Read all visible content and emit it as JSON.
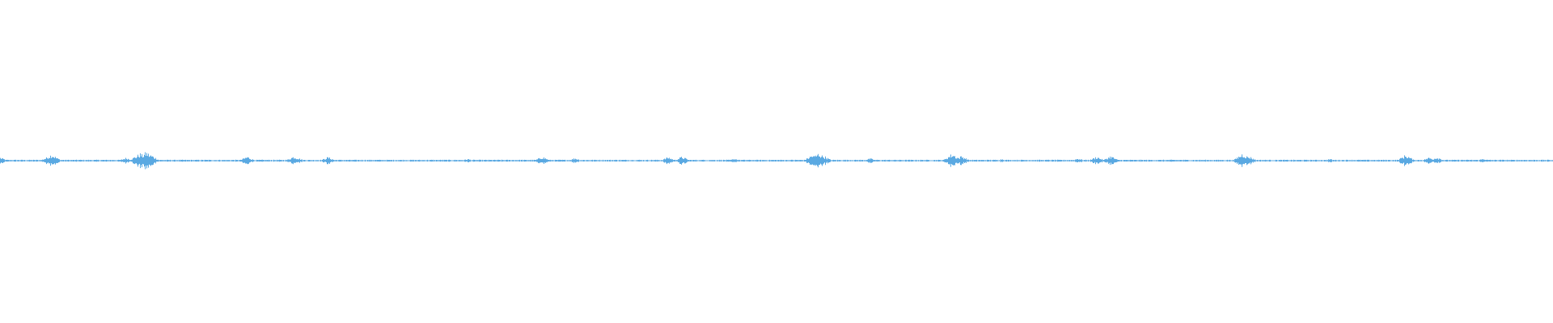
{
  "waveform": {
    "color": "#5aa9e2",
    "background": "#ffffff",
    "baseline_level": 0.0,
    "segments": [
      {
        "t": 0.0,
        "amp": 0.022
      },
      {
        "t": 0.03,
        "amp": 0.02
      },
      {
        "t": 0.031,
        "amp": 0.028
      },
      {
        "t": 0.033,
        "amp": 0.045
      },
      {
        "t": 0.035,
        "amp": 0.025
      },
      {
        "t": 0.081,
        "amp": 0.02
      },
      {
        "t": 0.088,
        "amp": 0.035
      },
      {
        "t": 0.09,
        "amp": 0.05
      },
      {
        "t": 0.094,
        "amp": 0.06
      },
      {
        "t": 0.097,
        "amp": 0.04
      },
      {
        "t": 0.159,
        "amp": 0.028
      },
      {
        "t": 0.189,
        "amp": 0.03
      },
      {
        "t": 0.191,
        "amp": 0.022
      },
      {
        "t": 0.211,
        "amp": 0.025
      },
      {
        "t": 0.301,
        "amp": 0.012
      },
      {
        "t": 0.349,
        "amp": 0.028
      },
      {
        "t": 0.37,
        "amp": 0.018
      },
      {
        "t": 0.43,
        "amp": 0.025
      },
      {
        "t": 0.439,
        "amp": 0.028
      },
      {
        "t": 0.473,
        "amp": 0.014
      },
      {
        "t": 0.523,
        "amp": 0.04
      },
      {
        "t": 0.527,
        "amp": 0.052
      },
      {
        "t": 0.53,
        "amp": 0.035
      },
      {
        "t": 0.56,
        "amp": 0.016
      },
      {
        "t": 0.613,
        "amp": 0.048
      },
      {
        "t": 0.619,
        "amp": 0.032
      },
      {
        "t": 0.645,
        "amp": 0.012
      },
      {
        "t": 0.694,
        "amp": 0.016
      },
      {
        "t": 0.706,
        "amp": 0.028
      },
      {
        "t": 0.715,
        "amp": 0.032
      },
      {
        "t": 0.8,
        "amp": 0.05
      },
      {
        "t": 0.804,
        "amp": 0.03
      },
      {
        "t": 0.856,
        "amp": 0.012
      },
      {
        "t": 0.905,
        "amp": 0.04
      },
      {
        "t": 0.92,
        "amp": 0.022
      },
      {
        "t": 0.925,
        "amp": 0.025
      },
      {
        "t": 0.955,
        "amp": 0.014
      },
      {
        "t": 1.0,
        "amp": 0.006
      }
    ],
    "noise_amp": 0.006
  }
}
